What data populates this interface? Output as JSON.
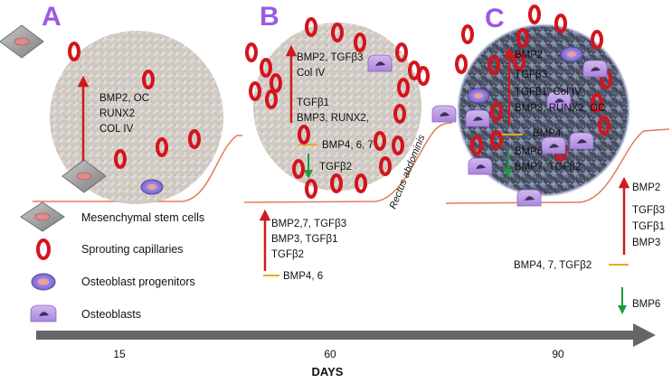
{
  "panels": {
    "a": {
      "letter": "A",
      "up_labels": [
        "BMP2, OC",
        "RUNX2",
        "COL IV"
      ]
    },
    "b": {
      "letter": "B",
      "up_labels": [
        "BMP2, TGFβ3",
        "Col IV",
        "TGFβ1",
        "BMP3, RUNX2,"
      ],
      "mid_label": "BMP4, 6, 7",
      "down_label": "TGFβ2",
      "muscle_label": "Rectus abdominis",
      "below": {
        "up_labels": [
          "BMP2,7, TGFβ3",
          "BMP3, TGFβ1",
          "TGFβ2"
        ],
        "mid_label": "BMP4, 6"
      }
    },
    "c": {
      "letter": "C",
      "up_labels": [
        "BMP2",
        "TGFβ3",
        "TGFβ1, Col IV",
        "BMP3, RUNX2, OC"
      ],
      "mid_label": "BMP4",
      "down_labels": [
        "BMP6",
        "BMP7, TGFβ2"
      ],
      "right": {
        "up_labels": [
          "BMP2",
          "TGFβ3",
          "TGFβ1",
          "BMP3"
        ],
        "mid_label": "BMP4, 7, TGFβ2",
        "down_label": "BMP6"
      }
    }
  },
  "legend": [
    {
      "icon": "mesenchymal-stem-cell-icon",
      "label": "Mesenchymal stem cells"
    },
    {
      "icon": "sprouting-capillary-icon",
      "label": "Sprouting capillaries"
    },
    {
      "icon": "osteoblast-progenitor-icon",
      "label": "Osteoblast progenitors"
    },
    {
      "icon": "osteoblast-icon",
      "label": "Osteoblasts"
    }
  ],
  "timeline": {
    "ticks": [
      "15",
      "60",
      "90"
    ],
    "title": "DAYS"
  },
  "colors": {
    "up_arrow": "#d11a1a",
    "down_arrow": "#1e9c3a",
    "mid_line": "#f0a81e",
    "capillary": "#d4141c",
    "stage_letter": "#9b59e6",
    "timeline": "#666666"
  }
}
